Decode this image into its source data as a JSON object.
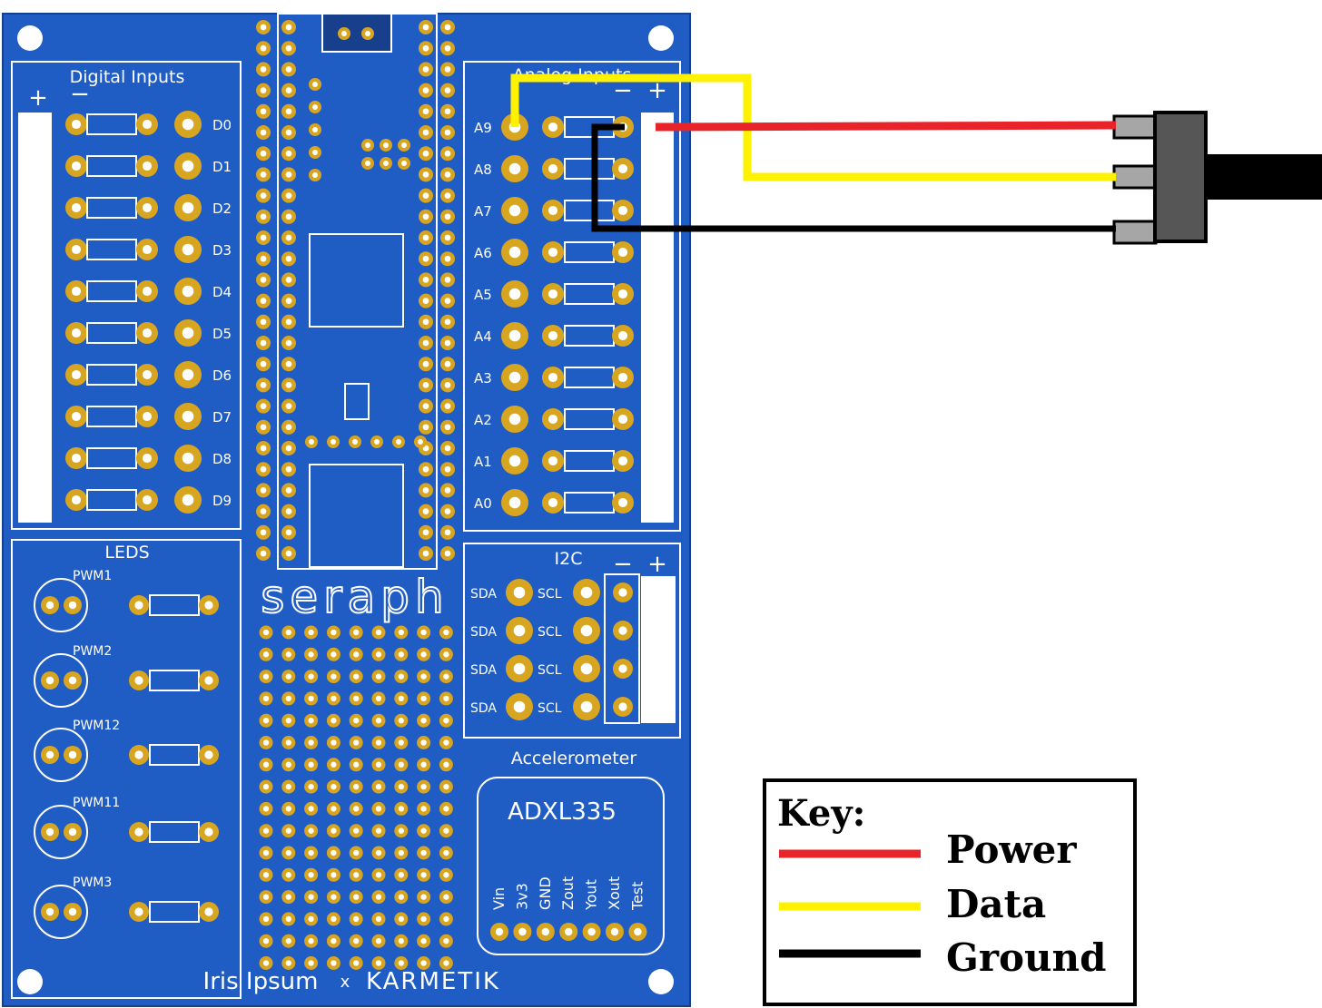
{
  "board": {
    "digital_inputs": {
      "title": "Digital Inputs",
      "plus": "+",
      "minus": "−",
      "pins": [
        "D0",
        "D1",
        "D2",
        "D3",
        "D4",
        "D5",
        "D6",
        "D7",
        "D8",
        "D9"
      ]
    },
    "analog_inputs": {
      "title": "Analog Inputs",
      "minus": "−",
      "plus": "+",
      "pins": [
        "A9",
        "A8",
        "A7",
        "A6",
        "A5",
        "A4",
        "A3",
        "A2",
        "A1",
        "A0"
      ]
    },
    "leds": {
      "title": "LEDS",
      "pins": [
        "PWM1",
        "PWM2",
        "PWM12",
        "PWM11",
        "PWM3"
      ]
    },
    "i2c": {
      "title": "I2C",
      "minus": "−",
      "plus": "+",
      "sda": "SDA",
      "scl": "SCL"
    },
    "brand": "seraph",
    "accelerometer": {
      "title": "Accelerometer",
      "chip": "ADXL335",
      "pins": [
        "Vin",
        "3v3",
        "GND",
        "Zout",
        "Yout",
        "Xout",
        "Test"
      ]
    },
    "footer": {
      "maker": "Iris Ipsum",
      "x": "x",
      "partner": "KARMETIK"
    }
  },
  "key": {
    "title": "Key:",
    "items": [
      {
        "label": "Power",
        "color": "#e8232a"
      },
      {
        "label": "Data",
        "color": "#fff200"
      },
      {
        "label": "Ground",
        "color": "#000000"
      }
    ]
  },
  "colors": {
    "board": "#1f5cc4",
    "board_dark": "#183f8c",
    "pad": "#d8a520",
    "silk": "#ffffff"
  }
}
